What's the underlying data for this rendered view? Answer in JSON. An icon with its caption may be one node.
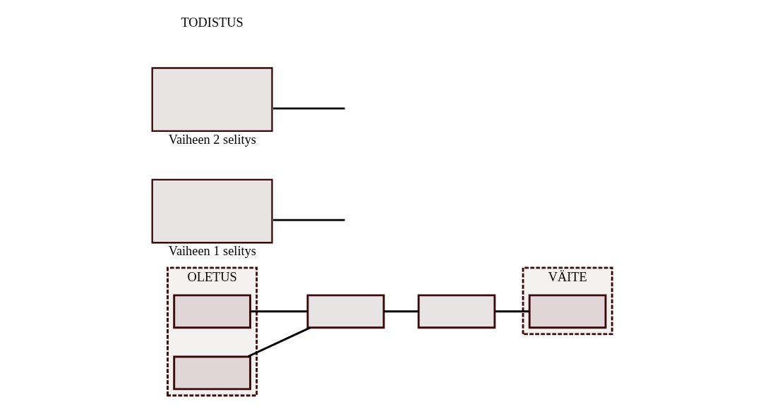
{
  "diagram": {
    "nodes": [
      {
        "text": [
          "OLETUS"
        ]
      },
      {
        "text": [],
        "shape": "box",
        "in": 0
      },
      {
        "text": [],
        "shape": "box",
        "in": 0
      },
      {
        "text": [],
        "shape": "box"
      },
      {
        "text": [],
        "shape": "box"
      },
      {
        "text": [
          "VÄITE"
        ]
      },
      {
        "text": [],
        "shape": "box",
        "in": 5
      },
      {
        "text": [
          "Vaiheen 1 selitys"
        ]
      },
      {
        "text": [
          "Vaiheen 2 selitys"
        ]
      }
    ],
    "edges": [
      {
        "from": 1,
        "to": 3,
        "arrow": "none"
      },
      {
        "from": 2,
        "to": 3,
        "arrow": "none"
      },
      {
        "from": 3,
        "to": 4,
        "arrow": "none"
      },
      {
        "from": 7,
        "to": null,
        "arrow": "none"
      },
      {
        "from": 4,
        "to": 6,
        "arrow": "none"
      },
      {
        "from": 8,
        "to": null,
        "arrow": "none"
      }
    ],
    "labels": [
      "TODISTUS"
    ]
  }
}
